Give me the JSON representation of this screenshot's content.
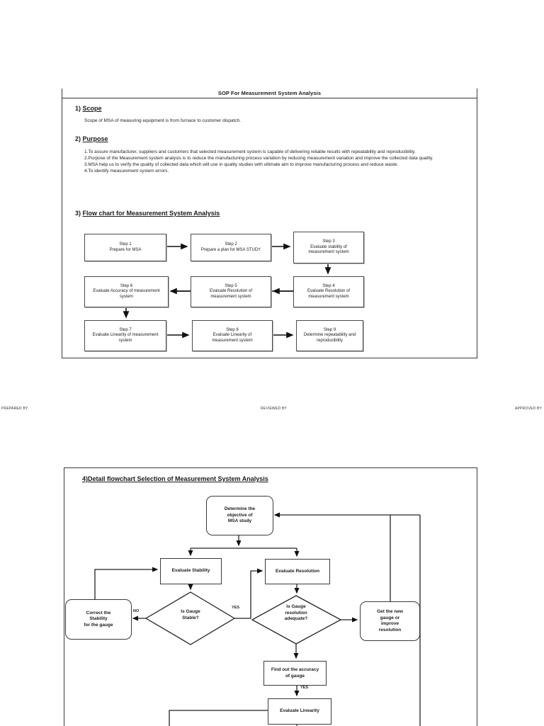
{
  "colors": {
    "ink": "#1a1a1a",
    "border": "#3a3a3a"
  },
  "page1": {
    "title": "SOP For Measurement System Analysis",
    "sections": {
      "scope": {
        "num": "1)",
        "heading": "Scope",
        "body": "Scope of MSA of measuring equipment is from furnace to customer dispatch."
      },
      "purpose": {
        "num": "2)",
        "heading": "Purpose",
        "items": [
          "1.To assure manufacturer, suppliers and customers that selected measurement system is capable of delivering reliable results with repeatability and reproducibility.",
          "2.Purpose of the Measurement system analysis is to reduce the manufacturing process variation by reducing measurement variation and improve the collected data quality.",
          "3.MSA help us to verify the quality of collected data which will use in quality studies with ultimate aim to improve manufacturing process and reduce waste.",
          "4.To identify measurement system errors."
        ]
      },
      "flowchart_heading": {
        "num": "3)",
        "heading": "Flow chart for Measurement System Analysis"
      }
    },
    "flowchart": {
      "steps": [
        {
          "label": "Step 1",
          "desc": "Prepare for MSA"
        },
        {
          "label": "Step 2",
          "desc": "Prepare a plan for MSA STUDY"
        },
        {
          "label": "Step 3",
          "desc": "Evaluate stability of\nmeasurement system"
        },
        {
          "label": "Step 6",
          "desc": "Evaluate Accuracy of measurement\nsystem"
        },
        {
          "label": "Step 5",
          "desc": "Evaluate Resolution of\nmeasurement system"
        },
        {
          "label": "Step 4",
          "desc": "Evaluate Resolution of\nmeasurement system"
        },
        {
          "label": "Step 7",
          "desc": "Evaluate Linearity of measurement\nsystem"
        },
        {
          "label": "Step 8",
          "desc": "Evaluate Linearity of\nmeasurement system"
        },
        {
          "label": "Step 9",
          "desc": "Determine repeatability and\nreproducibility"
        }
      ]
    }
  },
  "footer": {
    "prepared_by": "PREPARED BY",
    "reviewed_by": "REVIEWED BY",
    "approved_by": "APPROVED BY"
  },
  "page2": {
    "heading": "4)Detail flowchart Selection of  Measurement System Analysis",
    "nodes": {
      "determine_objective": "Determine the\nobjective of\nMSA study",
      "evaluate_stability": "Evaluate Stability",
      "evaluate_resolution": "Evaluate Resolution",
      "correct_stability": "Correct the\nStability\nfor the gauge",
      "is_gauge_stable": "Is  Gauge\nStable?",
      "is_resolution_adequate": "Is  Gauge\nresolution\nadequate?",
      "get_new_gauge": "Get the new\ngauge or\nimprove\nresolution",
      "find_accuracy": "Find out the accuracy\nof gauge",
      "evaluate_linearity": "Evaluate Linearity"
    },
    "labels": {
      "no_stable": "NO",
      "yes_stable": "YES",
      "yes_accuracy": "YES"
    }
  }
}
